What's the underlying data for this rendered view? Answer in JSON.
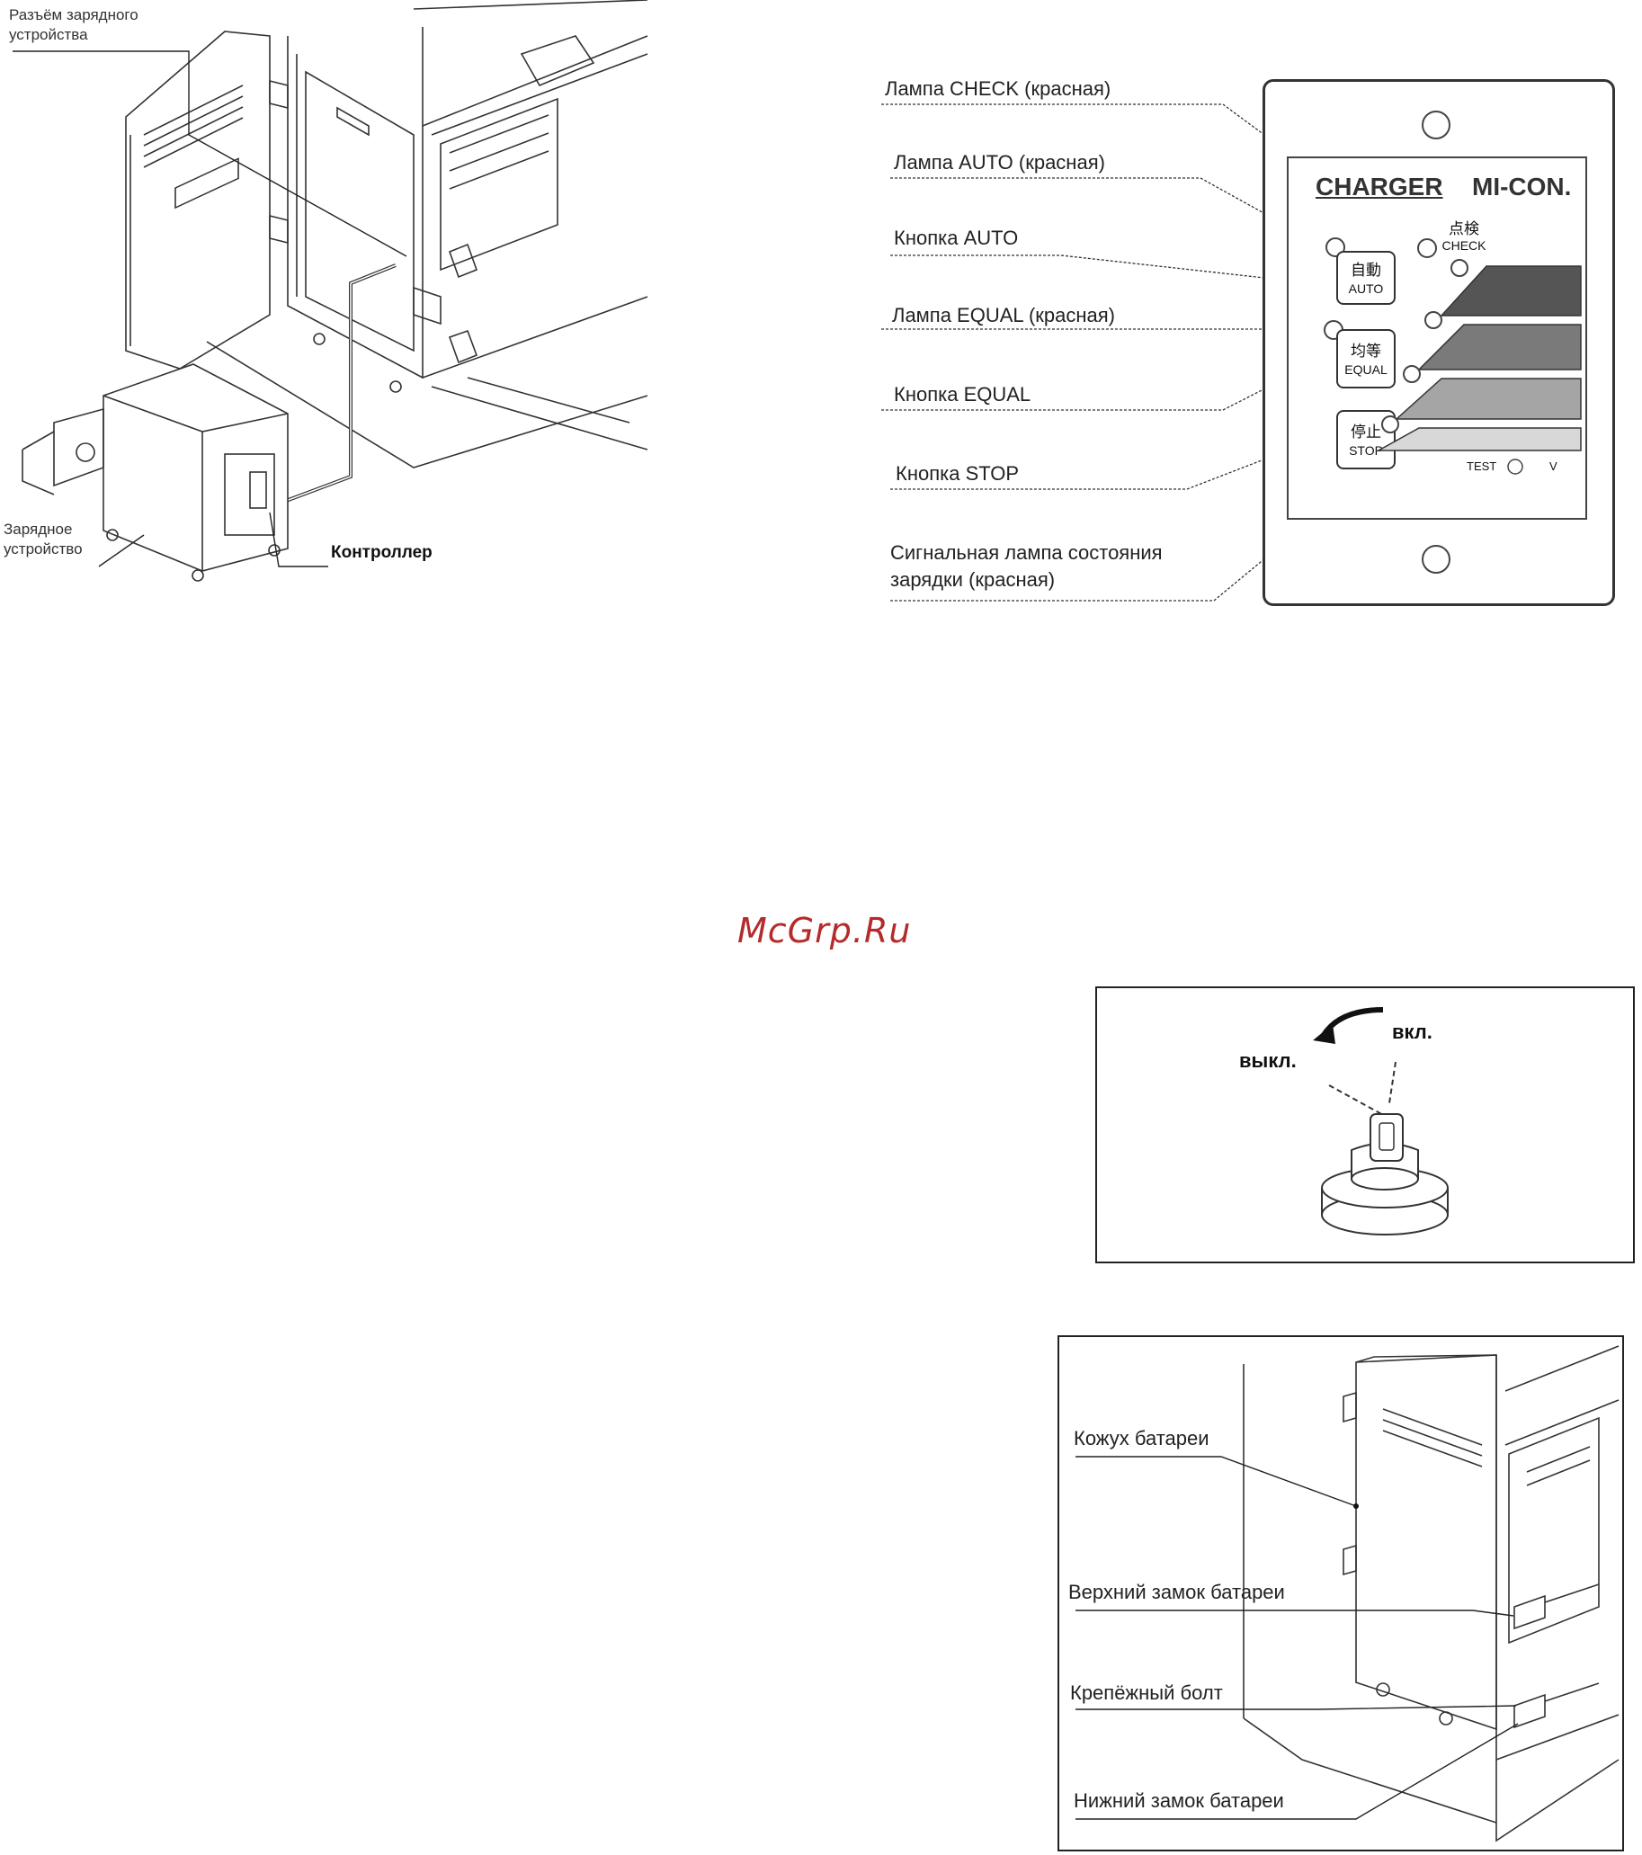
{
  "fig1": {
    "connector_label": "Разъём зарядного устройства",
    "charger_label": "Зарядное устройство",
    "controller_label": "Контроллер"
  },
  "fig2": {
    "labels": [
      "Лампа CHECK (красная)",
      "Лампа AUTO (красная)",
      "Кнопка AUTO",
      "Лампа EQUAL (красная)",
      "Кнопка EQUAL",
      "Кнопка STOP",
      "Сигнальная лампа состояния",
      "зарядки (красная)"
    ],
    "panel": {
      "title_left": "CHARGER",
      "title_right": "MI-CON.",
      "check_jp": "点検",
      "check_en": "CHECK",
      "auto_jp": "自動",
      "auto_en": "AUTO",
      "equal_jp": "均等",
      "equal_en": "EQUAL",
      "stop_jp": "停止",
      "stop_en": "STOP",
      "test": "TEST",
      "v": "V"
    }
  },
  "watermark": "McGrp.Ru",
  "fig3": {
    "off": "выкл.",
    "on": "вкл."
  },
  "fig4": {
    "labels": [
      "Кожух батареи",
      "Верхний замок батареи",
      "Крепёжный болт",
      "Нижний замок батареи"
    ]
  }
}
